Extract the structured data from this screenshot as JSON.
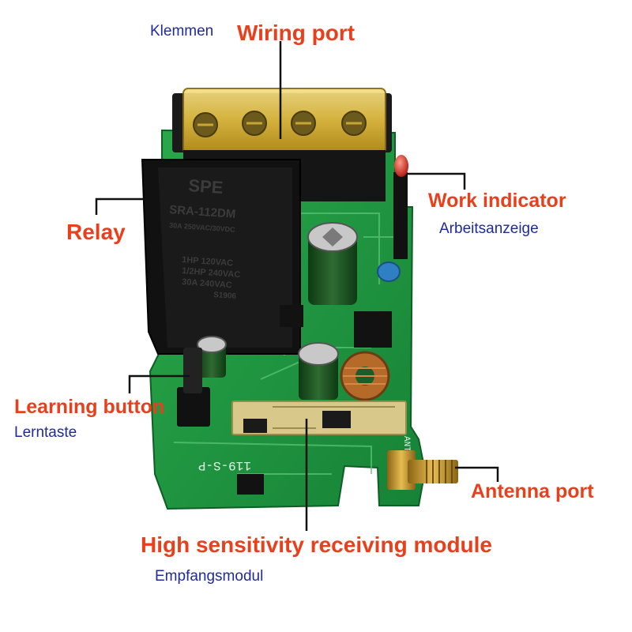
{
  "labels": {
    "wiring_port": {
      "en": "Wiring port",
      "de": "Klemmen"
    },
    "work_indicator": {
      "en": "Work indicator",
      "de": "Arbeitsanzeige"
    },
    "relay": {
      "en": "Relay"
    },
    "learning_button": {
      "en": "Learning button",
      "de": "Lerntaste"
    },
    "antenna_port": {
      "en": "Antenna port"
    },
    "receiving_module": {
      "en": "High sensitivity receiving module",
      "de": "Empfangsmodul"
    }
  },
  "board": {
    "relay_text": {
      "brand": "SPE",
      "model": "SRA-112DM",
      "rating1": "30A 250VAC/30VDC",
      "hp1": "1HP 120VAC",
      "hp2": "1/2HP 240VAC",
      "amp": "30A 240VAC",
      "code": "S1906"
    },
    "pcb_text": {
      "model": "119-S-P",
      "ant": "ANT"
    }
  },
  "colors": {
    "label_en": "#e8401c",
    "label_de": "#1f2a9c",
    "pcb": "#1f9a3f",
    "relay": "#111111",
    "terminal": "#e9c94a"
  }
}
